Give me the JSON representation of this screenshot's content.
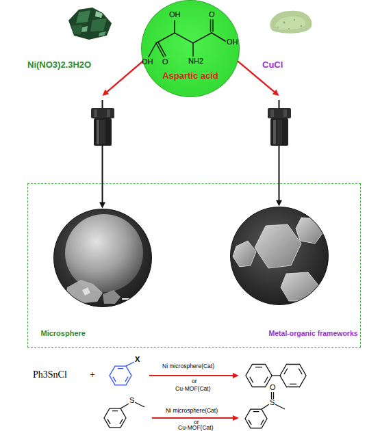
{
  "diagram": {
    "nodes": [
      {
        "text": [
          "Aspartic acid"
        ]
      },
      {
        "text": []
      },
      {
        "text": [
          "Microsphere"
        ],
        "in": 1
      },
      {
        "text": [
          "Metal-organic frameworks"
        ],
        "in": 1
      }
    ],
    "edges": [
      {
        "from": 0,
        "to": 2,
        "arrow": "to"
      },
      {
        "from": 0,
        "to": 3,
        "arrow": "to"
      }
    ],
    "labels": [
      "OH",
      "O",
      "OH",
      "OH",
      "O",
      "NH2",
      "Ni(NO3)2.3H2O",
      "CuCl",
      "Ph3SnCl",
      "+",
      "X",
      "Ni microsphere(Cat)",
      "or",
      "Cu-MOF(Cat)",
      "S",
      "Ni microsphere(Cat)",
      "or",
      "Cu-MOF(Cat)",
      "O",
      "S"
    ]
  }
}
